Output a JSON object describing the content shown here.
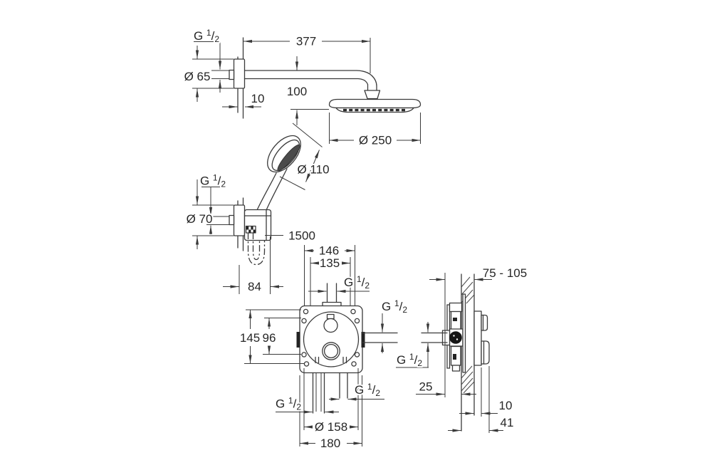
{
  "figure": {
    "background": "#ffffff",
    "line_color": "#3a3a3a"
  },
  "head_shower": {
    "thread": "G 1/2",
    "flange_diameter": "Ø 65",
    "flange_offset": "10",
    "arm_length": "377",
    "head_drop": "100",
    "head_diameter": "Ø 250"
  },
  "hand_shower": {
    "head_diameter": "Ø 110",
    "thread": "G 1/2",
    "flange_diameter": "Ø 70",
    "hose_length": "1500",
    "wall_offset": "84"
  },
  "mixer_front": {
    "top_width": "146",
    "top_width_inner": "135",
    "top_thread": "G 1/2",
    "height": "145",
    "height_inner": "96",
    "side_thread": "G 1/2",
    "bottom_thread_left": "G 1/2",
    "bottom_thread_right": "G 1/2",
    "rosette_diameter": "Ø 158",
    "plate_width": "180"
  },
  "mixer_side": {
    "installation_depth": "75 - 105",
    "inlet_thread": "G 1/2",
    "min_depth": "25",
    "trim_projection": "10",
    "handle_projection": "41"
  }
}
